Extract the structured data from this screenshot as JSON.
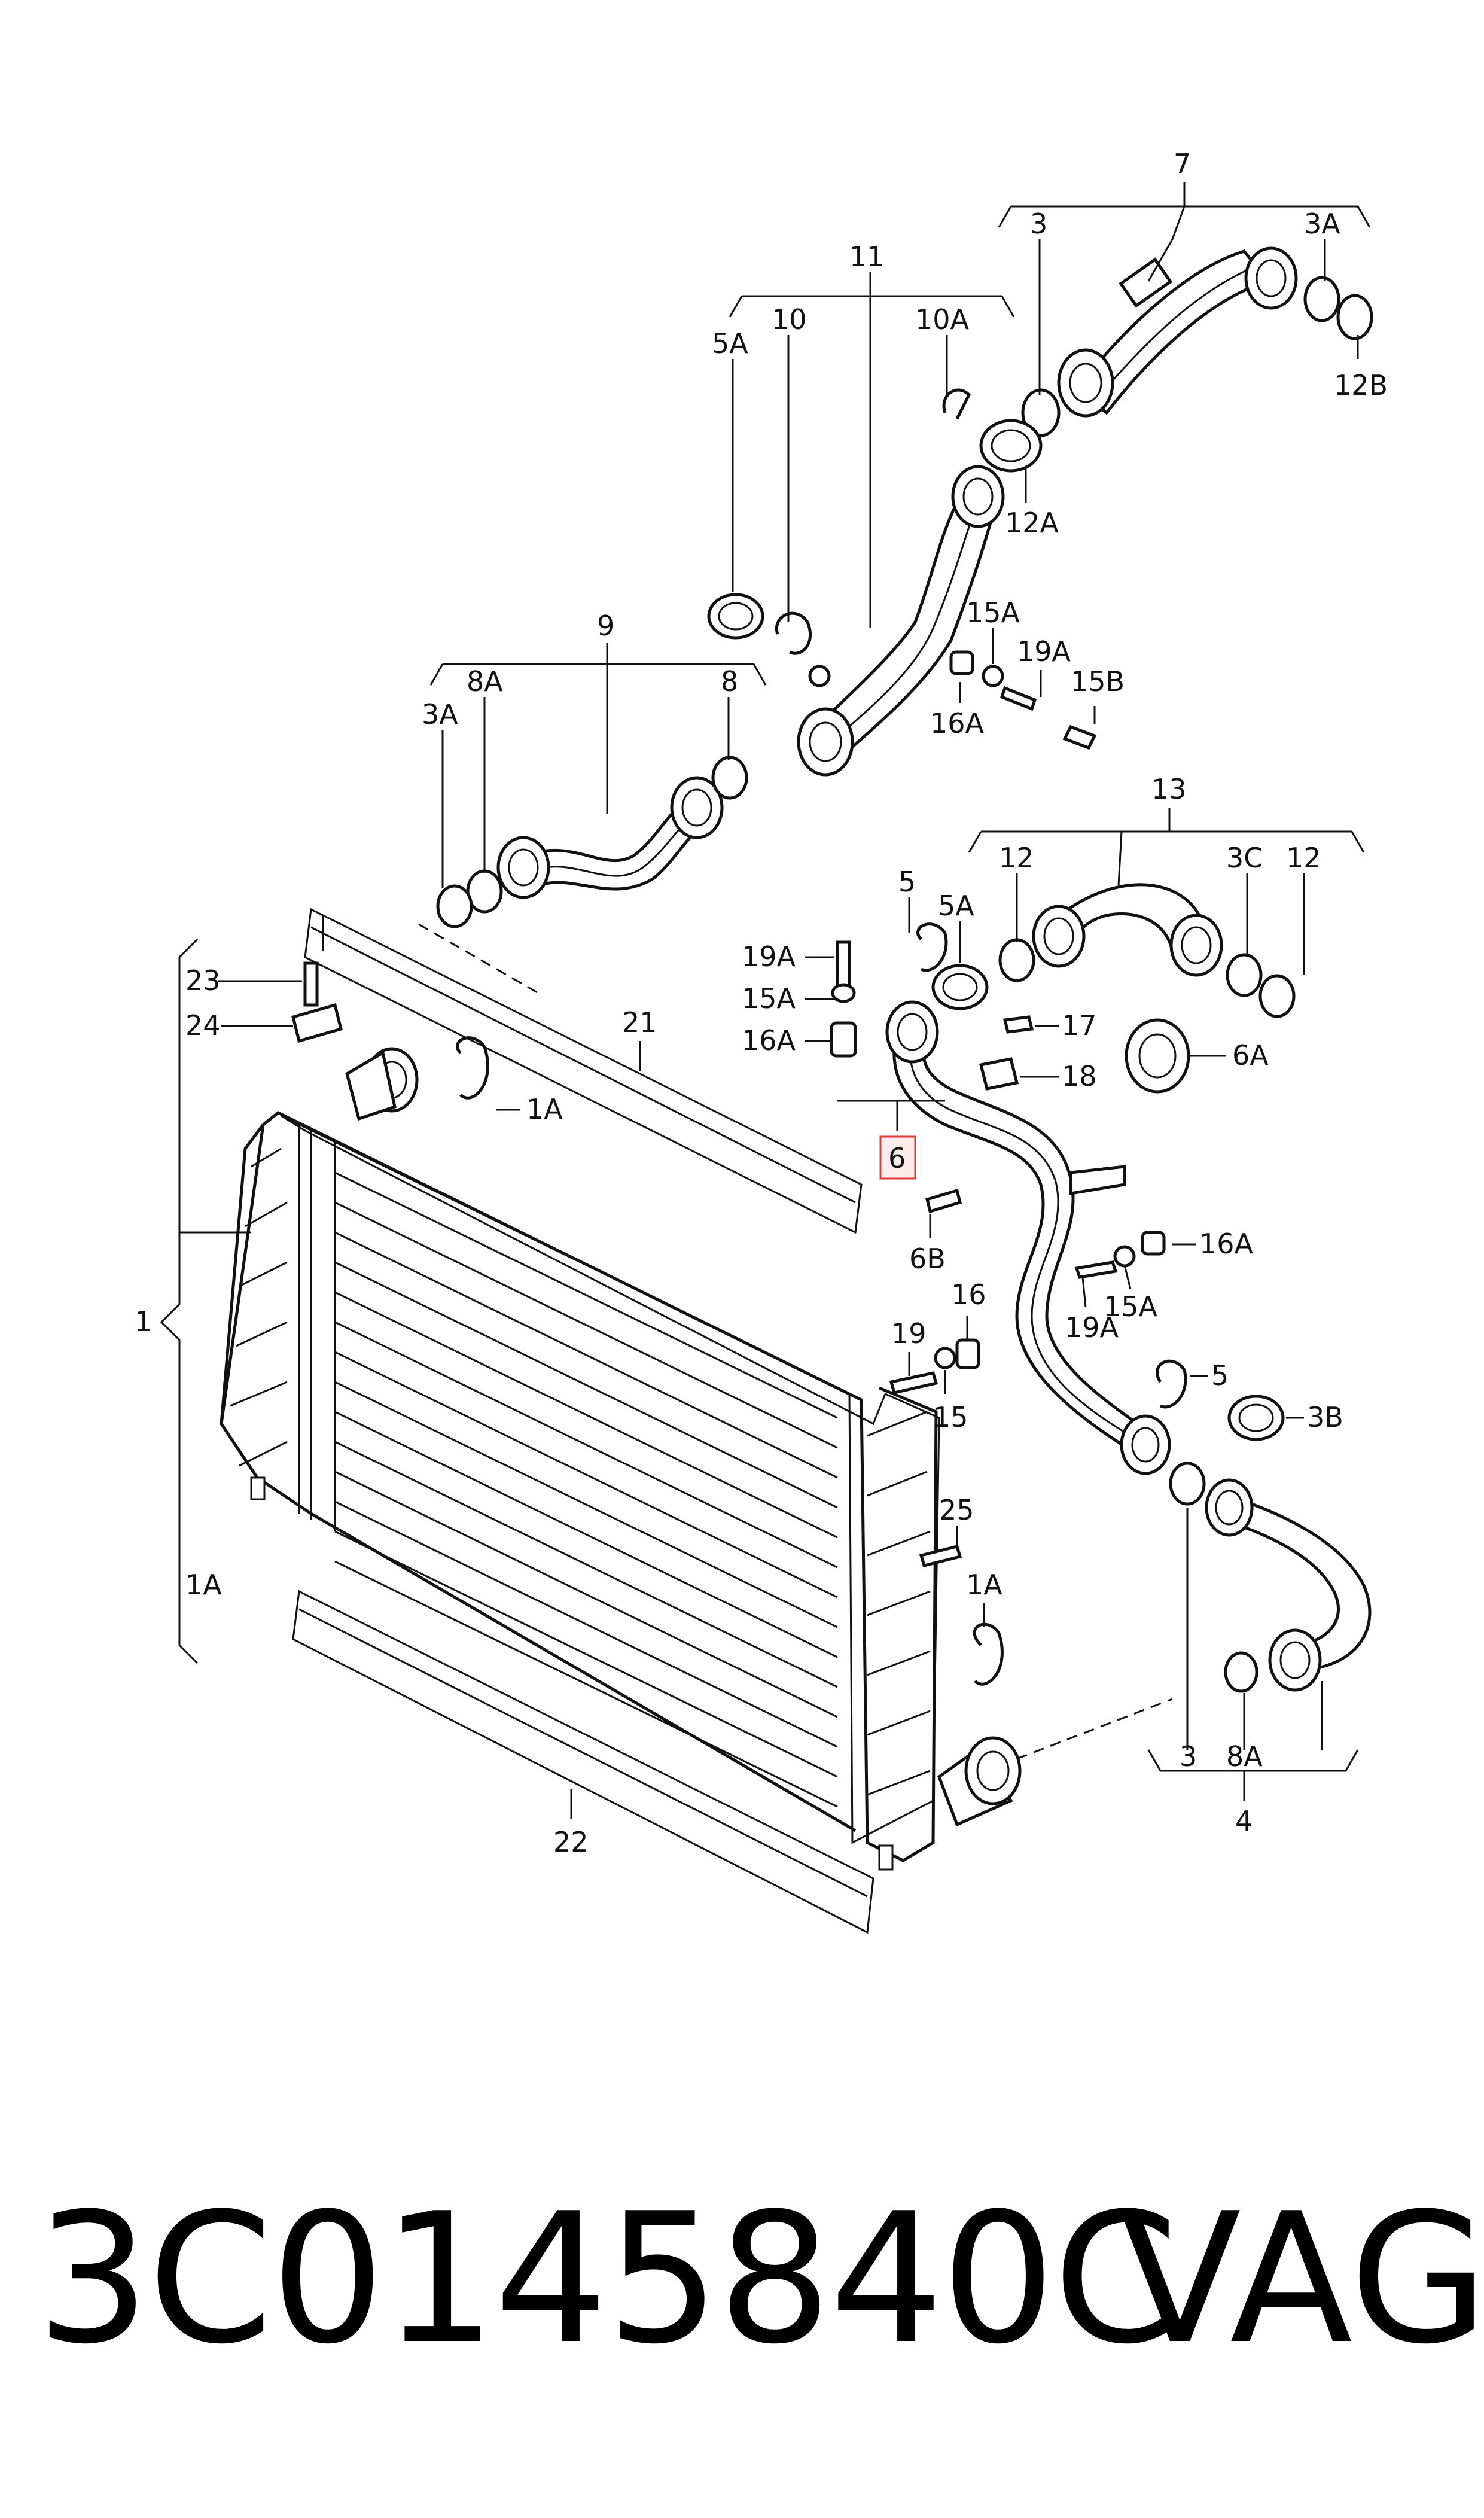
{
  "footer": {
    "part_number": "3C0145840C",
    "brand": "VAG"
  },
  "highlight_color": "#e53935",
  "callouts": {
    "c7": "7",
    "c3_top": "3",
    "c3a_top": "3A",
    "c12b": "12B",
    "c11": "11",
    "c10": "10",
    "c10a": "10A",
    "c5a_top": "5A",
    "c12a": "12A",
    "c9": "9",
    "c8a_left": "8A",
    "c3a_left": "3A",
    "c8_left": "8",
    "c15a_mid": "15A",
    "c19a_mid": "19A",
    "c16a_mid": "16A",
    "c15b": "15B",
    "c13": "13",
    "c12_l": "12",
    "c3c": "3C",
    "c12_r": "12",
    "c5_a": "5",
    "c5a_mid": "5A",
    "c19a_l": "19A",
    "c15a_l": "15A",
    "c16a_l": "16A",
    "c17": "17",
    "c18": "18",
    "c6a": "6A",
    "c6": "6",
    "c6b": "6B",
    "c16a_r": "16A",
    "c15a_r": "15A",
    "c19a_r": "19A",
    "c16": "16",
    "c19": "19",
    "c15": "15",
    "c5_b": "5",
    "c3b": "3B",
    "c23": "23",
    "c24": "24",
    "c21": "21",
    "c1a_top": "1A",
    "c1": "1",
    "c1a_left": "1A",
    "c25": "25",
    "c1a_bottom": "1A",
    "c3_bottom": "3",
    "c8a_bottom": "8A",
    "c4": "4",
    "c22": "22"
  }
}
